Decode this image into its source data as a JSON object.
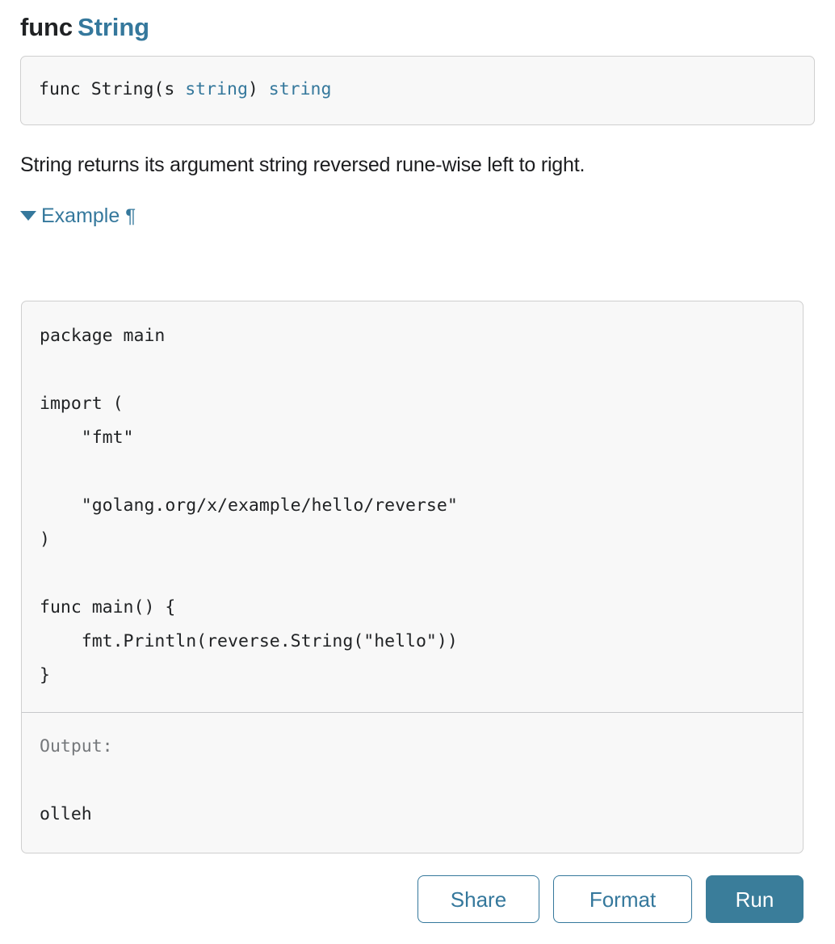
{
  "heading": {
    "keyword": "func",
    "name": "String"
  },
  "signature": {
    "prefix": "func String(s ",
    "param_type": "string",
    "middle": ") ",
    "return_type": "string"
  },
  "doc": {
    "description": "String returns its argument string reversed rune-wise left to right."
  },
  "example": {
    "disclosure_glyph": "▼",
    "label": "Example",
    "anchor_glyph": "¶",
    "expanded": true
  },
  "playground": {
    "code_lines": [
      "package main",
      "",
      "import (",
      "    \"fmt\"",
      "",
      "    \"golang.org/x/example/hello/reverse\"",
      ")",
      "",
      "func main() {",
      "    fmt.Println(reverse.String(\"hello\"))",
      "}"
    ],
    "output_label": "Output:",
    "output_blank": "",
    "output_value": "olleh",
    "buttons": {
      "share": "Share",
      "format": "Format",
      "run": "Run"
    }
  },
  "colors": {
    "accent": "#35789c",
    "run_button_fill": "#3a7d9a",
    "box_background": "#f8f8f8",
    "box_border": "#cfcfcf",
    "text": "#202224",
    "muted_text": "#75787b"
  }
}
